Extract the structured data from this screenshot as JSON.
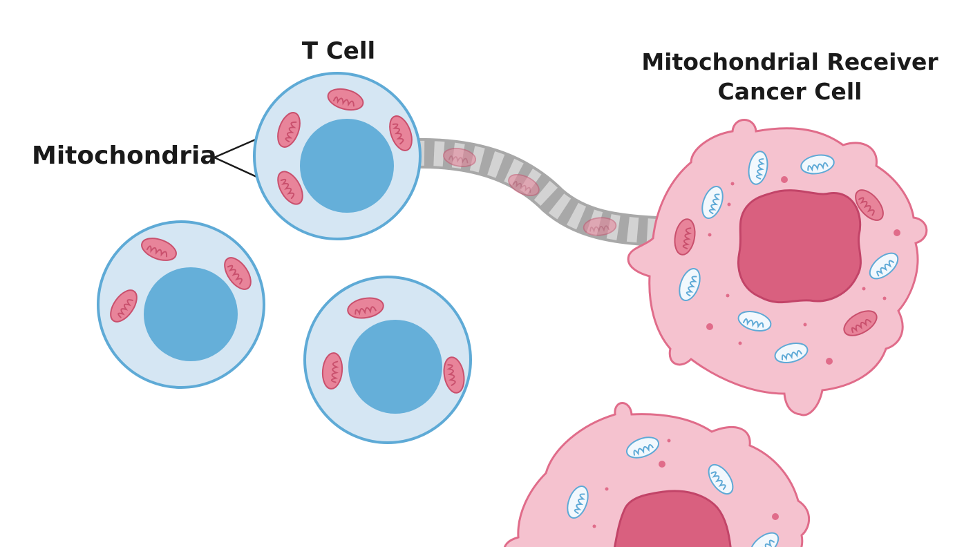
{
  "labels": {
    "t_cell": "T Cell",
    "mitochondria": "Mitochondria",
    "receiver_line1": "Mitochondrial Receiver",
    "receiver_line2": "Cancer Cell"
  },
  "colors": {
    "t_cell_fill": "#d5e6f3",
    "t_cell_border": "#5eaad6",
    "t_cell_nucleus": "#65afd9",
    "mito_red_fill": "#e8849a",
    "mito_red_stroke": "#c9506d",
    "mito_blue_fill": "#f2f8fd",
    "mito_blue_stroke": "#5ea9d6",
    "cancer_fill": "#f5c2cf",
    "cancer_border": "#e06c8a",
    "cancer_nucleus": "#d9607f",
    "cancer_nucleus_border": "#c24468",
    "nanotube": "#bdbdbd",
    "nanotube_light": "#d9d9d9"
  }
}
